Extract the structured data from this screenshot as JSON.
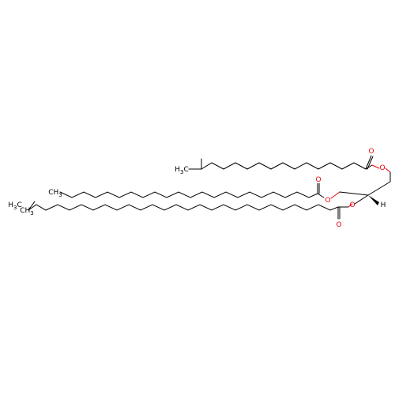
{
  "molecule": {
    "atom_labels": {
      "oxygen": "O",
      "hydrogen": "H",
      "methyl_h": "H",
      "methyl_c": "C",
      "methyl_sub": "3",
      "ch": "CH"
    }
  },
  "colors": {
    "bond": "#000000",
    "oxygen": "#e8000b",
    "background": "#ffffff"
  }
}
